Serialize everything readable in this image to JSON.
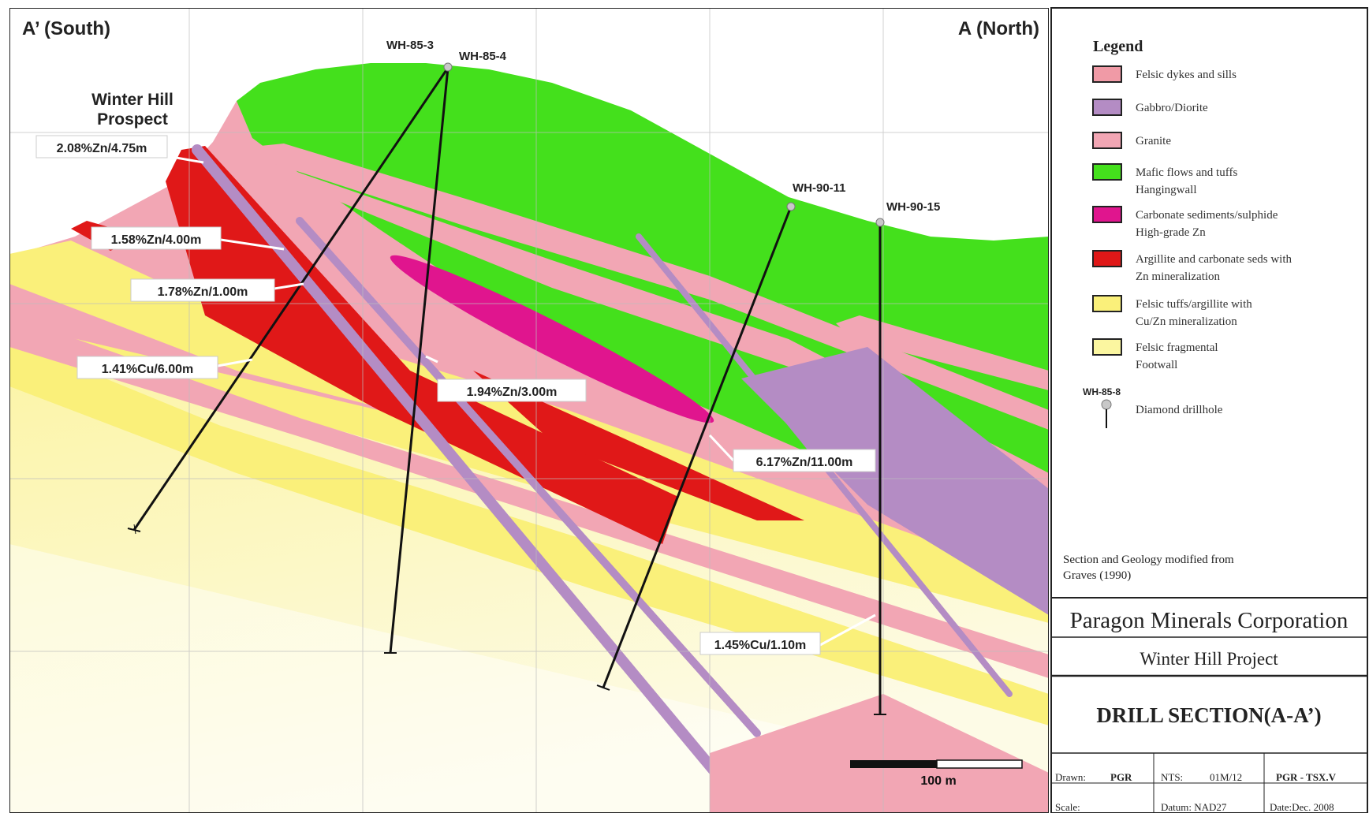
{
  "section": {
    "left_label": "A’ (South)",
    "right_label": "A (North)",
    "prospect_line1": "Winter Hill",
    "prospect_line2": "Prospect",
    "scale_label": "100 m"
  },
  "drillholes": [
    {
      "id": "WH-85-3"
    },
    {
      "id": "WH-85-4"
    },
    {
      "id": "WH-90-11"
    },
    {
      "id": "WH-90-15"
    }
  ],
  "assays": [
    "2.08%Zn/4.75m",
    "1.58%Zn/4.00m",
    "1.78%Zn/1.00m",
    "1.41%Cu/6.00m",
    "1.94%Zn/3.00m",
    "6.17%Zn/11.00m",
    "1.45%Cu/1.10m"
  ],
  "legend": {
    "title": "Legend",
    "items": [
      {
        "color": "#f09aa6",
        "lines": [
          "Felsic dykes and sills"
        ]
      },
      {
        "color": "#b48cc4",
        "lines": [
          "Gabbro/Diorite"
        ]
      },
      {
        "color": "#f2a6b4",
        "lines": [
          "Granite"
        ]
      },
      {
        "color": "#44e01c",
        "lines": [
          "Mafic flows and tuffs",
          "Hangingwall"
        ]
      },
      {
        "color": "#e0158e",
        "lines": [
          "Carbonate sediments/sulphide",
          "High-grade Zn"
        ]
      },
      {
        "color": "#e01818",
        "lines": [
          "Argillite and carbonate seds with",
          "Zn mineralization"
        ]
      },
      {
        "color": "#faf07a",
        "lines": [
          "Felsic tuffs/argillite with",
          "Cu/Zn mineralization"
        ]
      },
      {
        "color": "#fbf6a0",
        "lines": [
          "Felsic fragmental",
          "Footwall"
        ]
      }
    ],
    "drillhole_symbol_label": "WH-85-8",
    "drillhole_text": "Diamond drillhole",
    "source_line1": "Section and Geology modified from",
    "source_line2": "Graves (1990)"
  },
  "title_block": {
    "company": "Paragon Minerals Corporation",
    "project": "Winter Hill Project",
    "title": "DRILL SECTION(A-A’)",
    "drawn_label": "Drawn:",
    "drawn_value": "PGR",
    "nts_label": "NTS:",
    "nts_value": "01M/12",
    "ref": "PGR - TSX.V",
    "scale_label": "Scale:",
    "datum": "Datum: NAD27",
    "date": "Date:Dec. 2008"
  }
}
